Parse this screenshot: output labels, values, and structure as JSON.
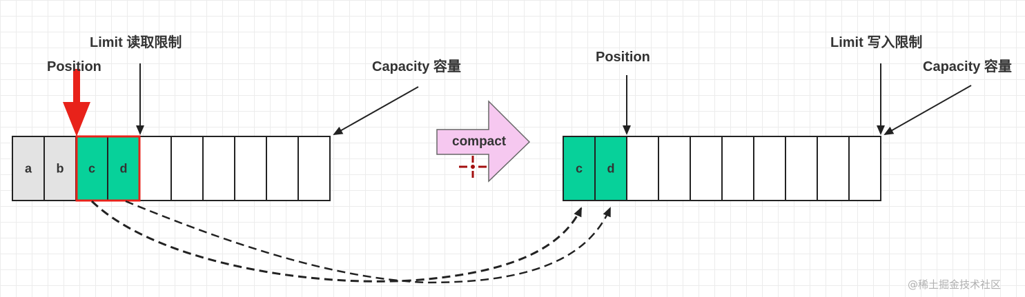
{
  "before": {
    "label_position": "Position",
    "label_limit": "Limit 读取限制",
    "label_capacity": "Capacity 容量",
    "cells": [
      {
        "text": "a",
        "state": "read"
      },
      {
        "text": "b",
        "state": "read"
      },
      {
        "text": "c",
        "state": "unread"
      },
      {
        "text": "d",
        "state": "unread"
      },
      {
        "text": "",
        "state": "empty"
      },
      {
        "text": "",
        "state": "empty"
      },
      {
        "text": "",
        "state": "empty"
      },
      {
        "text": "",
        "state": "empty"
      },
      {
        "text": "",
        "state": "empty"
      },
      {
        "text": "",
        "state": "empty"
      }
    ]
  },
  "operation": {
    "label": "compact"
  },
  "after": {
    "label_position": "Position",
    "label_limit": "Limit 写入限制",
    "label_capacity": "Capacity 容量",
    "cells": [
      {
        "text": "c",
        "state": "unread"
      },
      {
        "text": "d",
        "state": "unread"
      },
      {
        "text": "",
        "state": "empty"
      },
      {
        "text": "",
        "state": "empty"
      },
      {
        "text": "",
        "state": "empty"
      },
      {
        "text": "",
        "state": "empty"
      },
      {
        "text": "",
        "state": "empty"
      },
      {
        "text": "",
        "state": "empty"
      },
      {
        "text": "",
        "state": "empty"
      },
      {
        "text": "",
        "state": "empty"
      }
    ]
  },
  "watermark": "@稀土掘金技术社区",
  "colors": {
    "read_cell": "#e3e3e3",
    "unread_cell": "#07d19a",
    "empty_cell": "#ffffff",
    "highlight": "#e8221a",
    "stroke": "#222222",
    "compact_arrow_fill": "#f6c8f0",
    "compact_arrow_stroke": "#666666",
    "cursor": "#a30f0f"
  }
}
